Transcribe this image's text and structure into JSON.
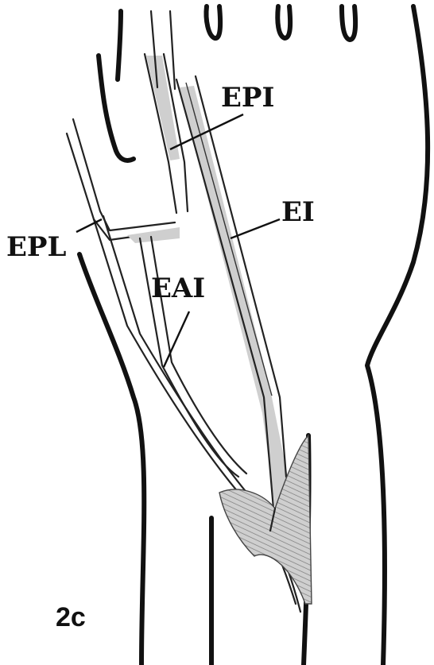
{
  "figure": {
    "panel_label": "2c",
    "labels": {
      "epi": "EPI",
      "ei": "EI",
      "epl": "EPL",
      "eai": "EAI"
    }
  }
}
